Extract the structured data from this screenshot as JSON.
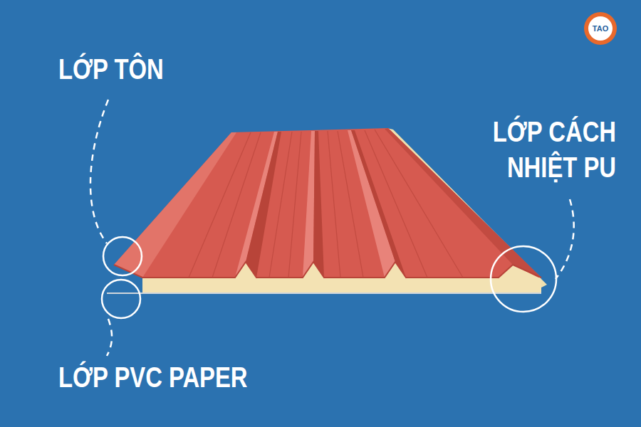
{
  "diagram": {
    "labels": [
      "LỚP TÔN",
      "LỚP CÁCH NHIỆT PU",
      "LỚP PVC PAPER",
      "TAO"
    ]
  }
}
